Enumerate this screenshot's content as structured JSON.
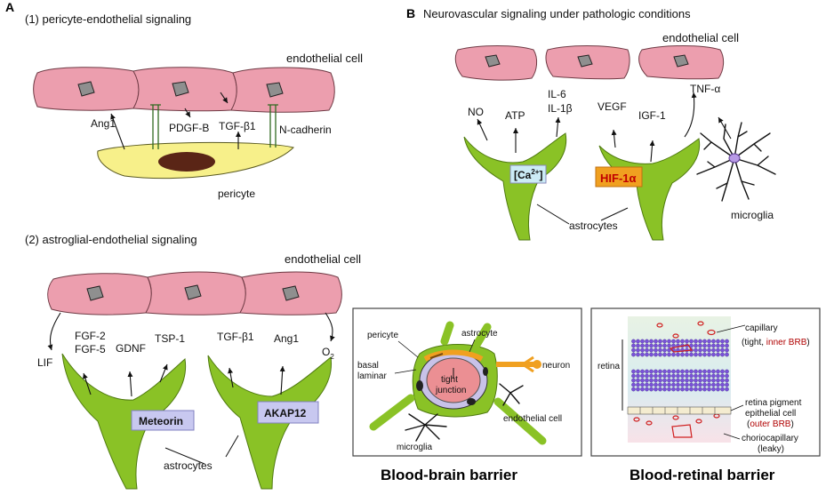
{
  "panels": {
    "a": "A",
    "b": "B"
  },
  "section_a1": {
    "title": "(1) pericyte-endothelial signaling",
    "endothelial_label": "endothelial cell",
    "pericyte_label": "pericyte",
    "factors": {
      "ang1": "Ang1",
      "pdgfb": "PDGF-B",
      "tgfb1": "TGF-β1",
      "ncadherin": "N-cadherin"
    }
  },
  "section_a2": {
    "title": "(2) astroglial-endothelial signaling",
    "endothelial_label": "endothelial cell",
    "astrocytes_label": "astrocytes",
    "factors": {
      "lif": "LIF",
      "fgf2": "FGF-2",
      "fgf5": "FGF-5",
      "gdnf": "GDNF",
      "tsp1": "TSP-1",
      "tgfb1": "TGF-β1",
      "ang1": "Ang1",
      "o2": "O",
      "o2_sub": "2"
    },
    "boxes": {
      "meteorin": "Meteorin",
      "akap12": "AKAP12"
    }
  },
  "section_b": {
    "title": "Neurovascular signaling under pathologic conditions",
    "endothelial_label": "endothelial cell",
    "astrocytes_label": "astrocytes",
    "microglia_label": "microglia",
    "factors": {
      "no": "NO",
      "atp": "ATP",
      "il6": "IL-6",
      "il1b": "IL-1β",
      "vegf": "VEGF",
      "igf1": "IGF-1",
      "tnfa": "TNF-α"
    },
    "boxes": {
      "ca": "[Ca",
      "ca_sup": "2+",
      "ca_end": "]",
      "hif": "HIF-1α"
    }
  },
  "bbb": {
    "caption": "Blood-brain barrier",
    "labels": {
      "pericyte": "pericyte",
      "astrocyte": "astrocyte",
      "basal1": "basal",
      "basal2": "laminar",
      "neuron": "neuron",
      "tj1": "tight",
      "tj2": "junction",
      "endothelial": "endothelial cell",
      "microglia": "microglia"
    }
  },
  "brb": {
    "caption": "Blood-retinal barrier",
    "labels": {
      "capillary": "capillary",
      "tight": "(tight, ",
      "inner_brb": "inner BRB",
      "close_paren": ")",
      "retina": "retina",
      "rpe1": "retina pigment",
      "rpe2": "epithelial cell",
      "rpe_open": "(",
      "outer_brb": "outer BRB",
      "rpe_close": ")",
      "chorio": "choriocapillary",
      "leaky": "(leaky)"
    }
  },
  "colors": {
    "endothelial": "#ec9eae",
    "astrocyte": "#8ac226",
    "pericyte": "#f7f08a",
    "box_blue": "#c8c8f0",
    "box_orange": "#f0a020",
    "purple": "#7a52d8"
  }
}
